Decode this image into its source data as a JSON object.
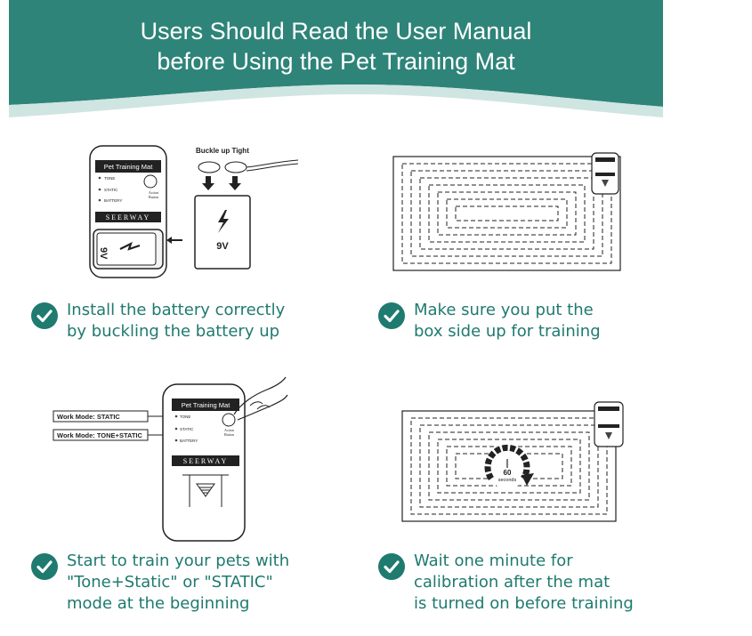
{
  "banner": {
    "line1": "Users Should Read the User Manual",
    "line2": "before Using the Pet Training Mat",
    "color": "#2e8479",
    "wave_color": "#cfe5e1"
  },
  "accent_color": "#1f7a6f",
  "panel1": {
    "device_title": "Pet Training Mat",
    "tone": "TONE",
    "static": "STATIC",
    "battery": "BATTERY",
    "action_button": "Action Button",
    "brand": "SEERWAY",
    "battery_label_rotated": "9V",
    "buckle_label": "Buckle up Tight",
    "battery_label": "9V",
    "caption_line1": "Install the battery correctly",
    "caption_line2": "by buckling the battery up",
    "check_icon": "checkmark-icon"
  },
  "panel2": {
    "caption_line1": "Make sure you put the",
    "caption_line2": "box side up for training",
    "check_icon": "checkmark-icon"
  },
  "panel3": {
    "device_title": "Pet Training Mat",
    "tone": "TONE",
    "static": "STATIC",
    "battery": "BATTERY",
    "action_button": "Action Button",
    "brand": "SEERWAY",
    "mode_static": "Work Mode: STATIC",
    "mode_tone_static": "Work Mode: TONE+STATIC",
    "caption_line1": "Start to train your pets with",
    "caption_line2": "\"Tone+Static\" or \"STATIC\"",
    "caption_line3": "mode at the beginning",
    "check_icon": "checkmark-icon"
  },
  "panel4": {
    "timer_value": "60",
    "timer_unit": "seconds",
    "caption_line1": "Wait one minute for",
    "caption_line2": "calibration after the mat",
    "caption_line3": "is turned on before training",
    "check_icon": "checkmark-icon"
  }
}
